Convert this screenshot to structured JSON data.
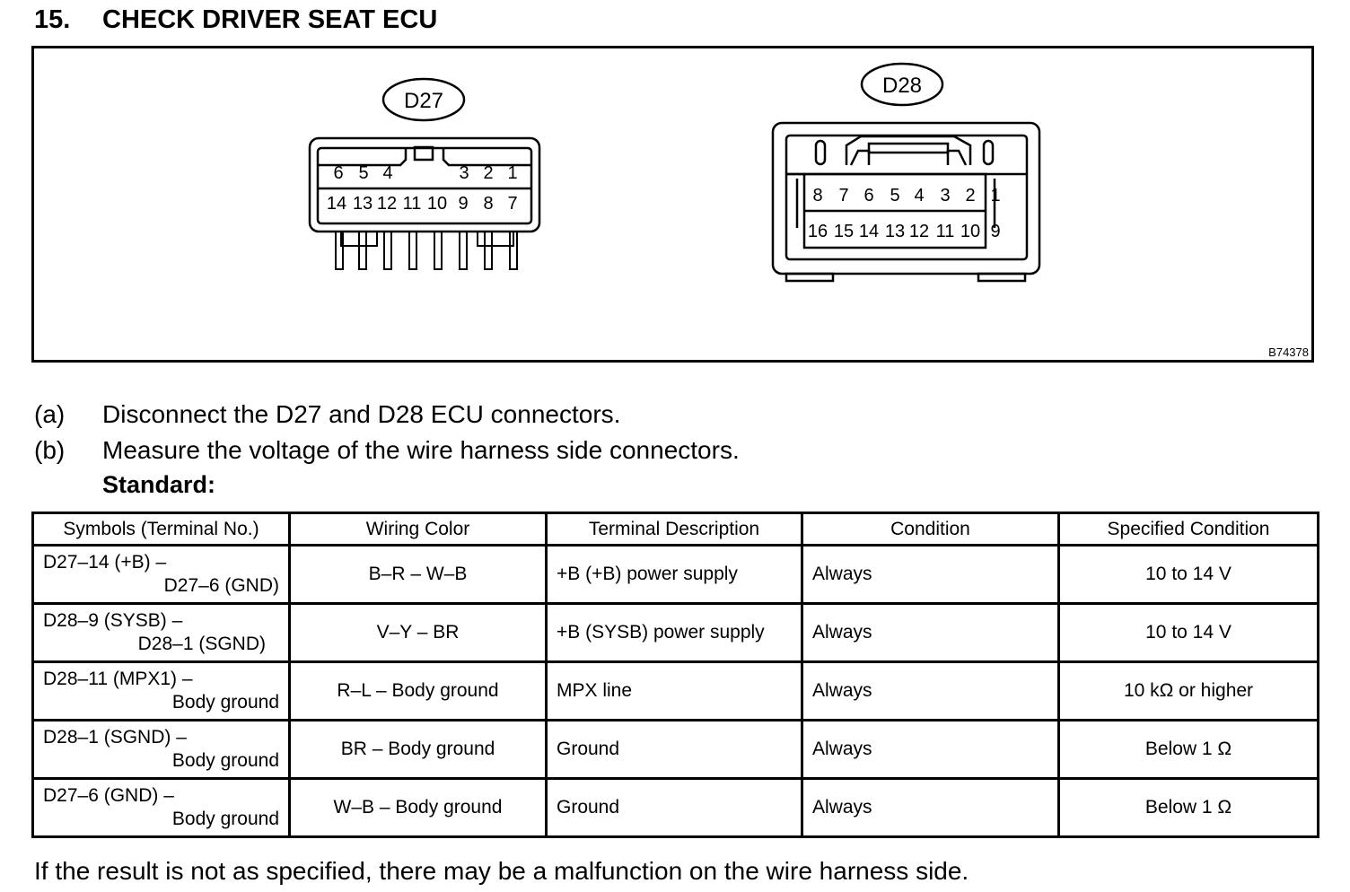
{
  "heading": {
    "number": "15.",
    "title": "CHECK DRIVER SEAT ECU"
  },
  "figure": {
    "code": "B74378",
    "d27": {
      "label": "D27",
      "top_row": [
        "6",
        "5",
        "4",
        "3",
        "2",
        "1"
      ],
      "bottom_row": [
        "14",
        "13",
        "12",
        "11",
        "10",
        "9",
        "8",
        "7"
      ]
    },
    "d28": {
      "label": "D28",
      "top_row": [
        "8",
        "7",
        "6",
        "5",
        "4",
        "3",
        "2",
        "1"
      ],
      "bottom_row": [
        "16",
        "15",
        "14",
        "13",
        "12",
        "11",
        "10",
        "9"
      ]
    }
  },
  "steps": [
    {
      "label": "(a)",
      "text": "Disconnect the D27 and D28 ECU connectors."
    },
    {
      "label": "(b)",
      "text": "Measure the voltage of the wire harness side connectors."
    }
  ],
  "standard_label": "Standard:",
  "table": {
    "headers": [
      "Symbols (Terminal No.)",
      "Wiring Color",
      "Terminal Description",
      "Condition",
      "Specified Condition"
    ],
    "rows": [
      {
        "sym_a": "D27–14 (+B) –",
        "sym_b": "D27–6 (GND)",
        "color": "B–R – W–B",
        "desc": "+B (+B) power supply",
        "cond": "Always",
        "spec": "10 to 14 V"
      },
      {
        "sym_a": "D28–9 (SYSB) –",
        "sym_b": "D28–1 (SGND)",
        "color": "V–Y – BR",
        "desc": "+B (SYSB) power supply",
        "cond": "Always",
        "spec": "10 to 14 V"
      },
      {
        "sym_a": "D28–11 (MPX1) –",
        "sym_b": "Body ground",
        "color": "R–L – Body ground",
        "desc": "MPX line",
        "cond": "Always",
        "spec": "10 kΩ or higher"
      },
      {
        "sym_a": "D28–1 (SGND) –",
        "sym_b": "Body ground",
        "color": "BR – Body ground",
        "desc": "Ground",
        "cond": "Always",
        "spec": "Below 1 Ω"
      },
      {
        "sym_a": "D27–6 (GND) –",
        "sym_b": "Body ground",
        "color": "W–B – Body ground",
        "desc": "Ground",
        "cond": "Always",
        "spec": "Below 1 Ω"
      }
    ]
  },
  "footer": "If the result is not as specified, there may be a malfunction on the wire harness side."
}
